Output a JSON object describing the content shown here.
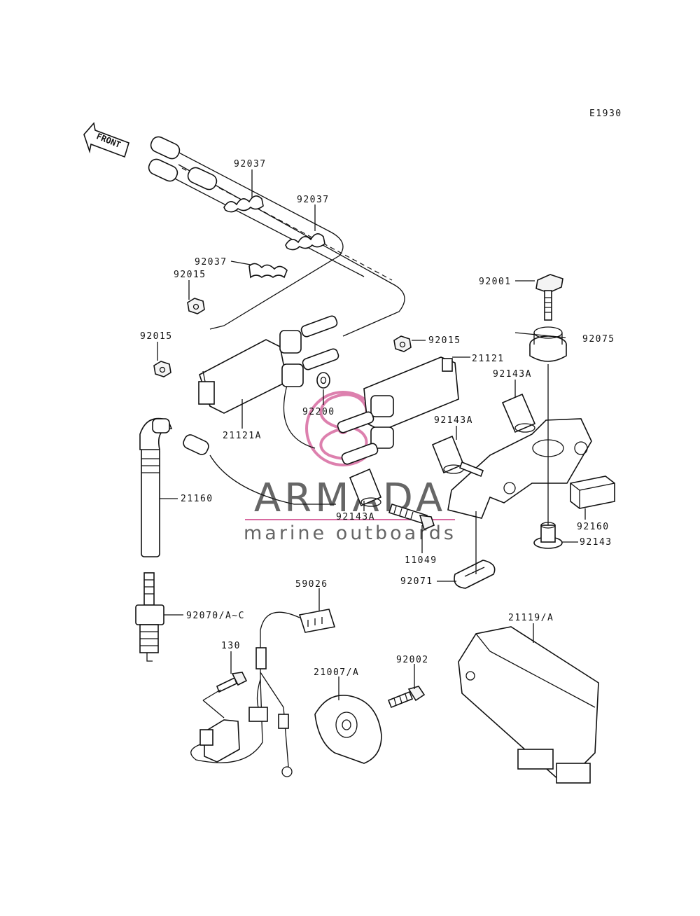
{
  "diagram_code": "E1930",
  "front_label": "FRONT",
  "watermark": {
    "title": "ARMADA",
    "subtitle": "marine outboards",
    "title_color": "#666666",
    "accent_color": "#d86aa0"
  },
  "parts": [
    "92037",
    "92037",
    "92037",
    "92015",
    "92015",
    "92015",
    "92001",
    "92075",
    "21121",
    "92143A",
    "92143A",
    "92143A",
    "92200",
    "21121A",
    "21160",
    "92160",
    "92143",
    "11049",
    "92071",
    "59026",
    "92070/A~C",
    "21119/A",
    "130",
    "21007/A",
    "92002"
  ]
}
